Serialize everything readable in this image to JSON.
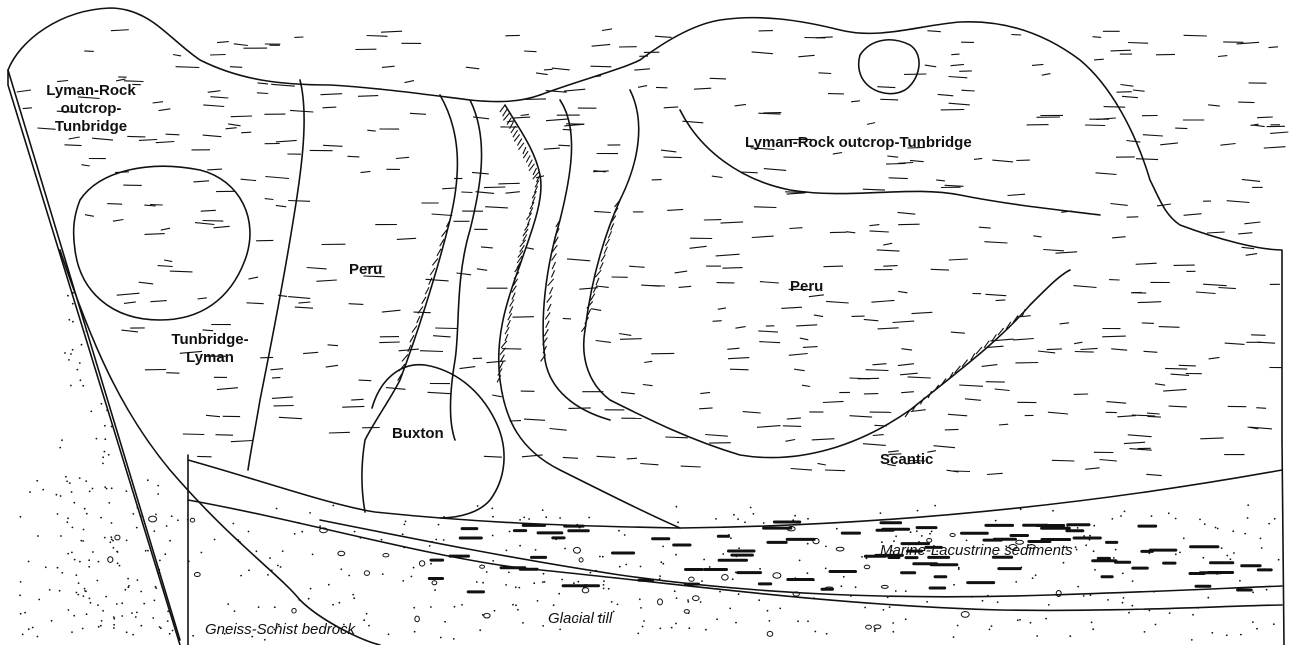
{
  "labels": {
    "lyman_rock_left": [
      "Lyman-Rock",
      "outcrop-",
      "Tunbridge"
    ],
    "lyman_rock_right": "Lyman-Rock outcrop-Tunbridge",
    "peru_left": "Peru",
    "peru_right": "Peru",
    "tunbridge_lyman": [
      "Tunbridge-",
      "Lyman"
    ],
    "buxton": "Buxton",
    "scantic": "Scantic",
    "marine_lacustrine": "Marine-Lacustrine sediments",
    "glacial_till": "Glacial till",
    "gneiss_schist": "Gneiss-Schist bedrock"
  },
  "colors": {
    "ink": "#111111",
    "paper": "#ffffff"
  },
  "layers": [
    "Marine-Lacustrine sediments",
    "Glacial till",
    "Gneiss-Schist bedrock"
  ]
}
